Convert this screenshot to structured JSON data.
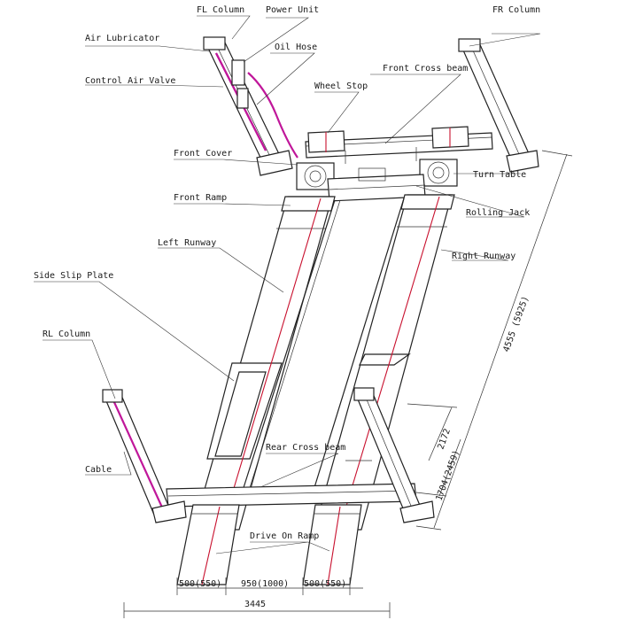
{
  "labels": {
    "fl_column": "FL Column",
    "power_unit": "Power Unit",
    "fr_column": "FR Column",
    "air_lubricator": "Air Lubricator",
    "oil_hose": "Oil Hose",
    "control_air_valve": "Control Air Valve",
    "front_cross_beam": "Front Cross  beam",
    "wheel_stop": "Wheel Stop",
    "front_cover": "Front Cover",
    "turn_table": "Turn Table",
    "front_ramp": "Front Ramp",
    "rolling_jack": "Rolling Jack",
    "left_runway": "Left Runway",
    "right_runway": "Right Runway",
    "side_slip_plate": "Side Slip Plate",
    "rl_column": "RL Column",
    "rear_cross_beam": "Rear Cross beam",
    "cable": "Cable",
    "drive_on_ramp": "Drive On Ramp"
  },
  "dimensions": {
    "overall_length": "4555 (5925)",
    "runway_section": "2172",
    "rear_section": "1704(2459)",
    "left_width": "500(550)",
    "middle_gap": "950(1000)",
    "right_width": "500(550)",
    "overall_width": "3445"
  },
  "colors": {
    "lines": "#222222",
    "cable_red": "#c8102e",
    "hose_magenta": "#c0179a"
  }
}
